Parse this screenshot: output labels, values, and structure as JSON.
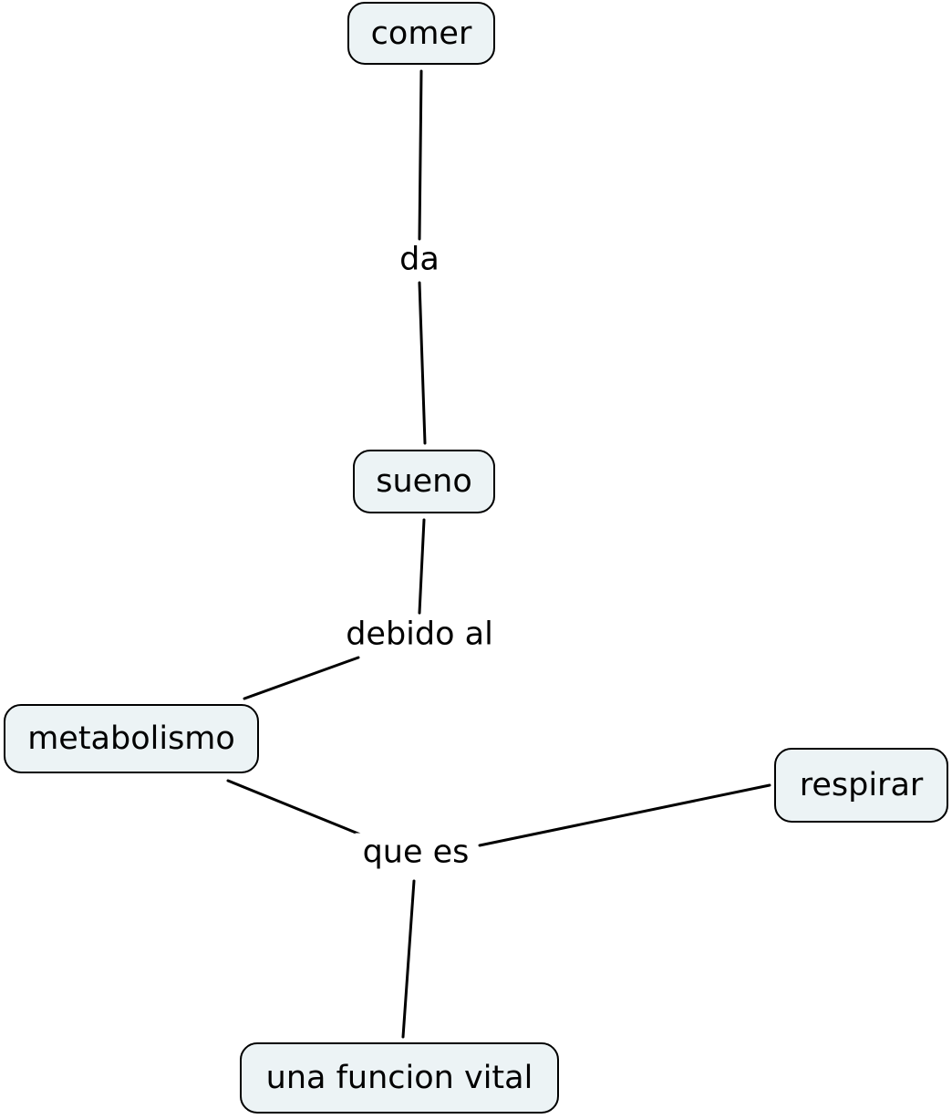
{
  "concept_map": {
    "concepts": {
      "comer": "comer",
      "sueno": "sueno",
      "metabolismo": "metabolismo",
      "respirar": "respirar",
      "funcion_vital": "una funcion vital"
    },
    "linking_phrases": {
      "da": "da",
      "debido_al": "debido al",
      "que_es": "que es"
    },
    "relations": [
      {
        "from": "comer",
        "label": "da",
        "to": "sueno"
      },
      {
        "from": "sueno",
        "label": "debido al",
        "to": "metabolismo"
      },
      {
        "from": "metabolismo",
        "label": "que es",
        "to": "una funcion vital"
      },
      {
        "from": "respirar",
        "label": "que es",
        "to": "una funcion vital"
      }
    ],
    "colors": {
      "node_fill": "#ecf3f5",
      "node_border": "#000000",
      "line": "#000000"
    }
  }
}
